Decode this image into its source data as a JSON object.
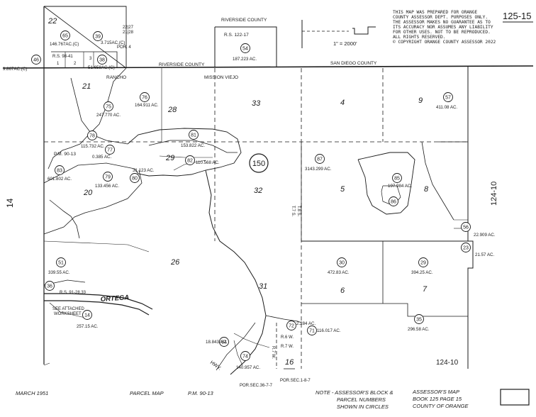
{
  "header": {
    "page_number": "125-15",
    "disclaimer": [
      "THIS MAP WAS PREPARED FOR ORANGE",
      "COUNTY ASSESSOR DEPT. PURPOSES ONLY.",
      "THE ASSESSOR MAKES NO GUARANTEE AS TO",
      "ITS ACCURACY NOR ASSUMES ANY LIABILITY",
      "FOR OTHER USES.  NOT TO BE REPRODUCED.",
      "ALL RIGHTS RESERVED.",
      "© COPYRIGHT ORANGE COUNTY ASSESSOR 2022"
    ],
    "scale": "1\" = 2000'"
  },
  "map": {
    "counties": {
      "riverside_top": "RIVERSIDE COUNTY",
      "riverside_left": "RIVERSIDE COUNTY",
      "san_diego": "SAN DIEGO COUNTY"
    },
    "place_labels": {
      "rancho": "RANCHO",
      "mission_viejo": "MISSION VIEJO",
      "ortega": "ORTEGA",
      "hwy": "HWY."
    },
    "section_labels": [
      "22",
      "21",
      "28",
      "33",
      "4",
      "9",
      "29",
      "20",
      "32",
      "5",
      "8",
      "26",
      "31",
      "6",
      "7",
      "16"
    ],
    "sheet_refs": {
      "left": "14",
      "right_vertical": "124-10",
      "bottom_right": "124-10"
    },
    "book_parcel": "150",
    "parcels": [
      {
        "num": "65",
        "acres": "146.767AC.(C)"
      },
      {
        "num": "39",
        "acres": "3.715AC.(C)"
      },
      {
        "num": "38",
        "acres": "51.658AC.(C)"
      },
      {
        "num": "46",
        "acres": "9.867AC.(C)"
      },
      {
        "num": "54",
        "acres": "187.223 AC."
      },
      {
        "num": "76",
        "acres": "164.911 AC."
      },
      {
        "num": "75",
        "acres": "247.770 AC."
      },
      {
        "num": "57",
        "acres": "411.08 AC."
      },
      {
        "num": "78",
        "acres": "115.732 AC."
      },
      {
        "num": "77",
        "acres": "0.385 AC."
      },
      {
        "num": "81",
        "acres": "153.822 AC."
      },
      {
        "num": "82",
        "acres": "110.568 AC."
      },
      {
        "num": "80",
        "acres": "31.123 AC."
      },
      {
        "num": "83",
        "acres": "601.802 AC."
      },
      {
        "num": "79",
        "acres": "133.456 AC."
      },
      {
        "num": "87",
        "acres": "3143.299 AC."
      },
      {
        "num": "85",
        "acres": "197.984 AC."
      },
      {
        "num": "86",
        "acres": ""
      },
      {
        "num": "56",
        "acres": "22.909 AC."
      },
      {
        "num": "23",
        "acres": "21.57 AC."
      },
      {
        "num": "51",
        "acres": "339.55 AC."
      },
      {
        "num": "36",
        "acres": ""
      },
      {
        "num": "14",
        "acres": "257.15 AC."
      },
      {
        "num": "30",
        "acres": "472.83 AC."
      },
      {
        "num": "29",
        "acres": "394.25 AC."
      },
      {
        "num": "35",
        "acres": "296.58 AC."
      },
      {
        "num": "72",
        "acres": "2.284 AC."
      },
      {
        "num": "71",
        "acres": "116.017 AC."
      },
      {
        "num": "64",
        "acres": "18.843 AC."
      },
      {
        "num": "74",
        "acres": "140.957 AC."
      }
    ],
    "survey_refs": {
      "rs_98_41": "R.S. 98-41",
      "lot_1": "1",
      "lot_2": "2",
      "lot_3": "3",
      "por_4": "POR. 4",
      "rs_122_17": "R.S. 122-17",
      "pm_90_13": "P.M. 90-13",
      "rs_91_28_33": "R.S. 91-28,33",
      "see_worksheet_1": "SEE ATTACHED",
      "see_worksheet_2": "WORKSHEET",
      "t7s": "T.7 S.",
      "t8s": "T.8 S.",
      "r6w": "R.6 W.",
      "r7w": "R.7 W.",
      "r7w_lower": "R.7 W.",
      "por_sec_1_8_7": "POR.SEC.1-8-7",
      "por_sec_36_7_7": "POR.SEC.36-7-7",
      "deeds_top": "22|27",
      "deeds_bottom": "21|28"
    }
  },
  "footer": {
    "date": "MARCH 1951",
    "map_type": "PARCEL MAP",
    "pm_ref": "P.M. 90-13",
    "note_lines": [
      "NOTE - ASSESSOR'S BLOCK &",
      "PARCEL NUMBERS",
      "SHOWN IN CIRCLES"
    ],
    "assessor_lines": [
      "ASSESSOR'S MAP",
      "BOOK 125  PAGE 15",
      "COUNTY OF ORANGE"
    ]
  }
}
